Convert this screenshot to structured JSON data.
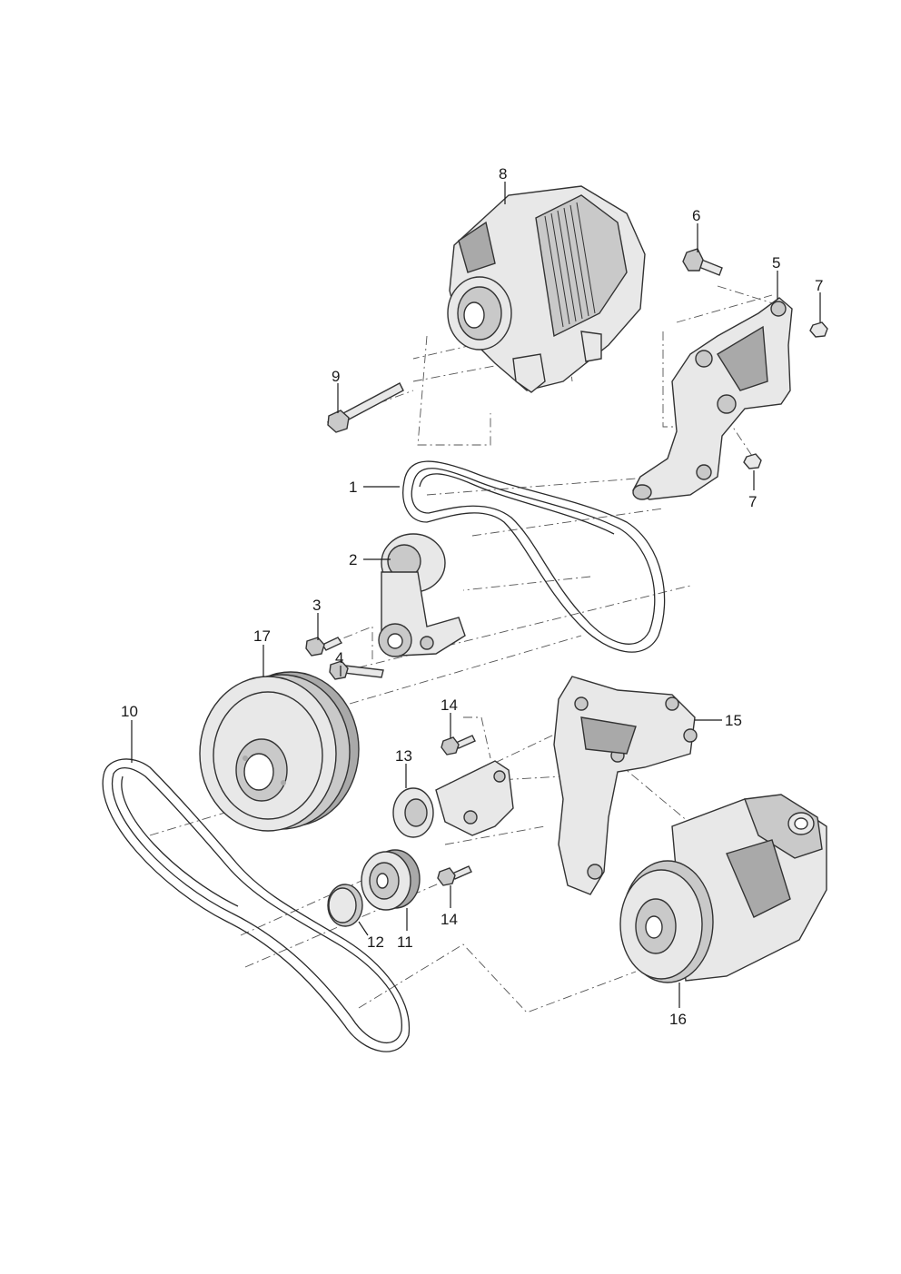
{
  "callouts": {
    "c1": "1",
    "c2": "2",
    "c3": "3",
    "c4": "4",
    "c5": "5",
    "c6": "6",
    "c7a": "7",
    "c7b": "7",
    "c8": "8",
    "c9": "9",
    "c10": "10",
    "c11": "11",
    "c12": "12",
    "c13": "13",
    "c14a": "14",
    "c14b": "14",
    "c15": "15",
    "c16": "16",
    "c17": "17"
  },
  "colors": {
    "line": "#1a1a1a",
    "part_fill": "#e8e8e8",
    "part_shade": "#c9c9c9"
  },
  "parts": [
    "alternator",
    "alternator-bracket",
    "bolt",
    "nut",
    "belt-upper",
    "tensioner-upper",
    "bolt-3",
    "bolt-4",
    "crankshaft-pulley",
    "belt-lower",
    "idler-pulley-11",
    "pulley-cap-12",
    "tensioner-13",
    "bolt-14",
    "compressor-bracket-15",
    "ac-compressor-16"
  ]
}
